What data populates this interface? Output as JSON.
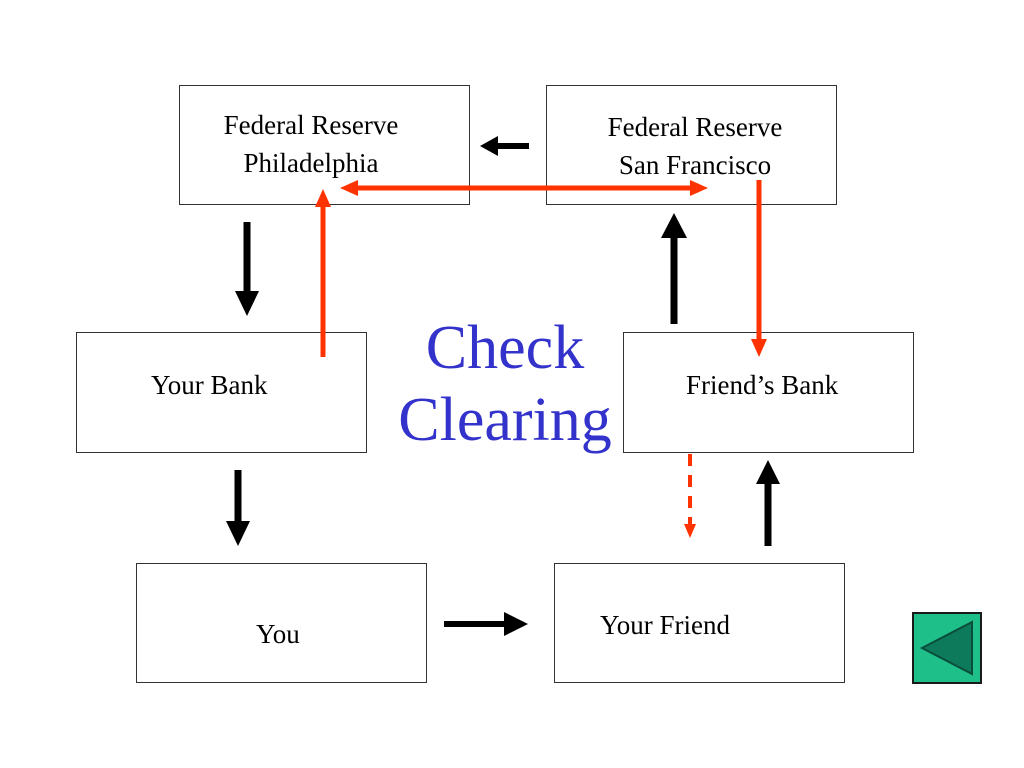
{
  "title": {
    "line1": "Check",
    "line2": "Clearing"
  },
  "boxes": {
    "fed_philadelphia": {
      "line1": "Federal Reserve",
      "line2": "Philadelphia"
    },
    "fed_san_francisco": {
      "line1": "Federal Reserve",
      "line2": "San Francisco"
    },
    "your_bank": {
      "label": "Your Bank"
    },
    "friends_bank": {
      "label": "Friend’s Bank"
    },
    "you": {
      "label": "You"
    },
    "your_friend": {
      "label": "Your Friend"
    }
  },
  "colors": {
    "title": "#3333cc",
    "check_flow_arrow": "#000000",
    "payment_flow_arrow": "#ff3300",
    "back_button_fill": "#1fbf8a",
    "back_button_icon": "#0e7a5c"
  },
  "nav": {
    "back_icon": "triangle-left-icon"
  }
}
